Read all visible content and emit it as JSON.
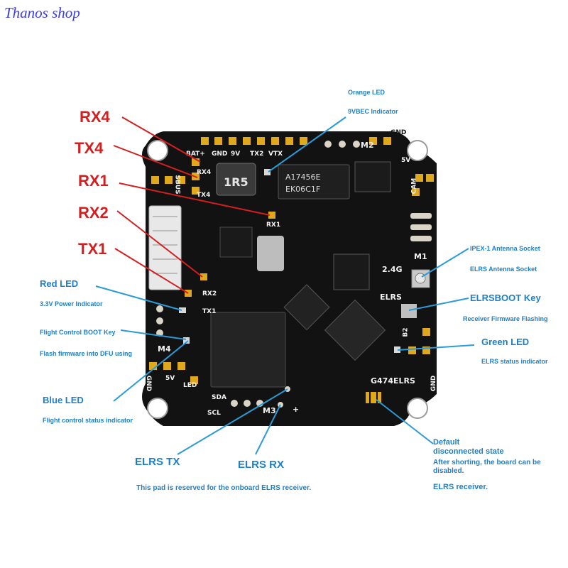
{
  "watermark": "Thanos shop",
  "pin_callouts": {
    "rx4": "RX4",
    "tx4": "TX4",
    "rx1": "RX1",
    "rx2": "RX2",
    "tx1": "TX1"
  },
  "left_annotations": {
    "red_led_title": "Red LED",
    "red_led_desc": "3.3V Power Indicator",
    "boot_key_title": "Flight Control BOOT Key",
    "boot_key_desc": "Flash firmware into DFU using",
    "blue_led_title": "Blue LED",
    "blue_led_desc": "Flight control status indicator"
  },
  "top_annotations": {
    "orange_led_title": "Orange LED",
    "orange_led_desc": "9VBEC Indicator"
  },
  "right_annotations": {
    "ipex_title": "IPEX-1 Antenna Socket",
    "ipex_desc": "ELRS Antenna Socket",
    "elrsboot_title": "ELRSBOOT Key",
    "elrsboot_desc": "Receiver Firmware Flashing",
    "green_led_title": "Green LED",
    "green_led_desc": "ELRS status indicator",
    "default_title_1": "Default",
    "default_title_2": "disconnected state",
    "default_desc_1": "After shorting, the board can be",
    "default_desc_2": "disabled.",
    "default_desc_3": "ELRS receiver."
  },
  "bottom_annotations": {
    "elrs_tx": "ELRS TX",
    "elrs_rx": "ELRS RX",
    "pad_note": "This pad is reserved for the onboard ELRS receiver."
  },
  "board_labels": {
    "bat": "BAT+",
    "gnd_top": "GND",
    "v9": "9V",
    "tx2": "TX2",
    "vtx": "VTX",
    "m2": "M2",
    "gnd_tr": "GND",
    "v5_tr": "5V",
    "cam": "CAM",
    "rx4": "RX4",
    "tx4": "TX4",
    "rx1": "RX1",
    "rx2": "RX2",
    "tx1": "TX1",
    "m1": "M1",
    "g24": "2.4G",
    "elrs": "ELRS",
    "m4": "M4",
    "gnd_l": "GND",
    "v5_l": "5V",
    "led": "LED",
    "sda": "SDA",
    "scl": "SCL",
    "m3": "M3",
    "plus": "+",
    "g474": "G474ELRS",
    "gnd_r": "GND",
    "b2": "B2",
    "chip_ind": "1R5",
    "chip_top_1": "A17456E",
    "chip_top_2": "EK06C1F",
    "sbus": "SBUS"
  },
  "colors": {
    "pin_red": "#d31f1f",
    "annotation_blue": "#1e7fc8",
    "board_black": "#121212",
    "pad_gold": "#e0a81c",
    "watermark_blue": "#3c3ce6"
  }
}
